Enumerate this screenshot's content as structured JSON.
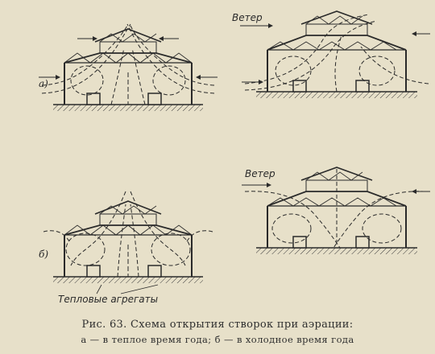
{
  "panels": {
    "a_label": "а)",
    "b_label": "б)",
    "wind_label": "Ветер",
    "units_label": "Тепловые агрегаты"
  },
  "caption": {
    "title": "Рис. 63. Схема открытия створок при аэрации:",
    "legend": "а — в теплое время года; б — в холодное время года"
  },
  "colors": {
    "background": "#e7e0c9",
    "ink": "#2a2a2a"
  }
}
